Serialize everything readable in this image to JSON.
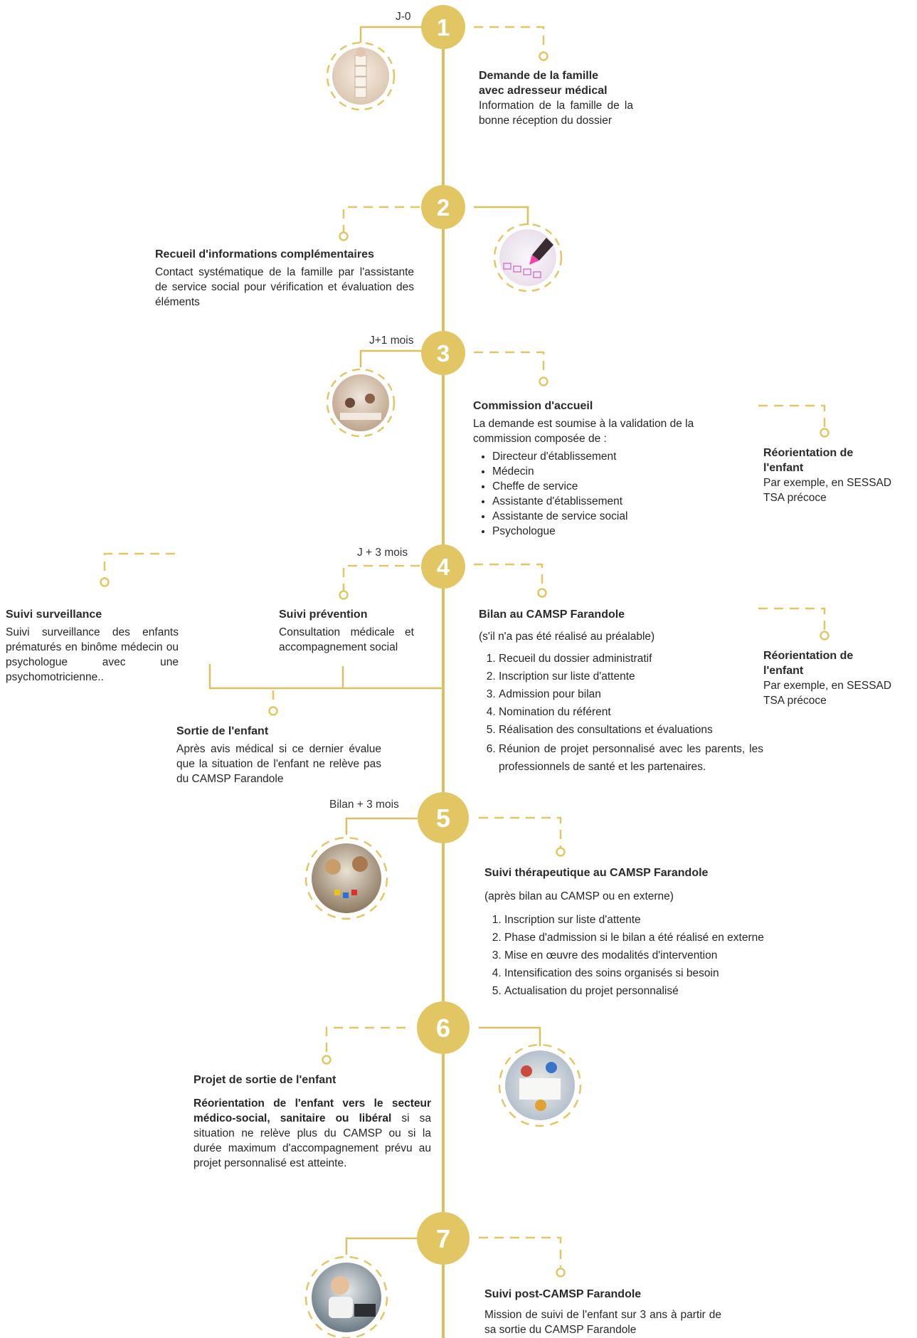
{
  "colors": {
    "gold": "#e2c664",
    "gold_light": "#ead27c",
    "line": "#dcc060",
    "text": "#262626"
  },
  "steps": [
    {
      "number": "1",
      "time": "J-0"
    },
    {
      "number": "2",
      "time": ""
    },
    {
      "number": "3",
      "time": "J+1 mois"
    },
    {
      "number": "4",
      "time": "J + 3 mois"
    },
    {
      "number": "5",
      "time": "Bilan + 3 mois"
    },
    {
      "number": "6",
      "time": ""
    },
    {
      "number": "7",
      "time": ""
    }
  ],
  "photos": [
    {
      "step": "1",
      "icon": "contact-blocks-photo"
    },
    {
      "step": "2",
      "icon": "checklist-marker-photo"
    },
    {
      "step": "3",
      "icon": "meeting-room-photo"
    },
    {
      "step": "5",
      "icon": "children-playing-photo"
    },
    {
      "step": "6",
      "icon": "kids-drawing-photo"
    },
    {
      "step": "7",
      "icon": "woman-phone-laptop-photo"
    }
  ],
  "s1": {
    "title_1": "Demande de la famille",
    "title_2": "avec adresseur médical",
    "text": "Information de la famille de la bonne réception du dossier"
  },
  "s2": {
    "title": "Recueil d'informations complémentaires",
    "text": "Contact systématique de la famille par l'assistante de service social pour vérification et évaluation des éléments"
  },
  "s3": {
    "title": "Commission d'accueil",
    "text": "La demande est soumise à la validation de la commission composée de :",
    "members": [
      "Directeur d'établissement",
      "Médecin",
      "Cheffe de service",
      "Assistante d'établissement",
      "Assistante de service social",
      "Psychologue"
    ]
  },
  "reo1": {
    "title_1": "Réorientation de",
    "title_2": "l'enfant",
    "text": "Par exemple, en SESSAD TSA précoce"
  },
  "surv": {
    "title": "Suivi surveillance",
    "text": "Suivi surveillance des enfants prématurés en binôme médecin ou psychologue avec une psychomotricienne.."
  },
  "prev": {
    "title": "Suivi prévention",
    "text": "Consultation médicale et accompagnement social"
  },
  "sortie": {
    "title": "Sortie de l'enfant",
    "text": "Après avis médical si ce dernier évalue que la situation de l'enfant ne relève pas du CAMSP Farandole"
  },
  "bilan": {
    "title": "Bilan au CAMSP  Farandole",
    "note": "(s'il n'a pas été réalisé au préalable)",
    "items": [
      "Recueil du dossier administratif",
      "Inscription sur liste d'attente",
      "Admission pour bilan",
      "Nomination du référent",
      "Réalisation des consultations et évaluations",
      "Réunion de projet personnalisé avec les parents, les professionnels de santé et les partenaires."
    ]
  },
  "reo2": {
    "title_1": "Réorientation de",
    "title_2": "l'enfant",
    "text": "Par exemple, en SESSAD TSA précoce"
  },
  "s5": {
    "title": "Suivi thérapeutique au CAMSP Farandole",
    "note": "(après bilan au CAMSP ou en externe)",
    "items": [
      "Inscription sur liste d'attente",
      "Phase d'admission si le bilan a été réalisé en externe",
      "Mise en œuvre des modalités d'intervention",
      "Intensification des soins organisés si besoin",
      "Actualisation du projet personnalisé"
    ]
  },
  "s6": {
    "title": "Projet de sortie de l'enfant",
    "bold": "Réorientation de l'enfant vers le secteur médico-social, sanitaire ou libéral",
    "text": " si sa situation ne relève plus du CAMSP ou si la durée maximum d'accompagnement prévu au projet personnalisé est atteinte."
  },
  "s7": {
    "title": "Suivi post-CAMSP Farandole",
    "text": "Mission de suivi de l'enfant sur 3 ans à partir de sa sortie du CAMSP Farandole"
  }
}
